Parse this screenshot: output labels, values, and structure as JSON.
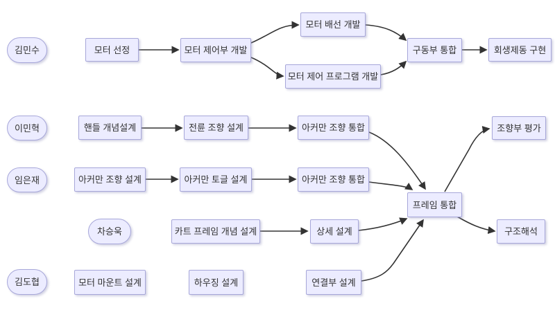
{
  "diagram_type": "flowchart",
  "colors": {
    "background": "#FFFFFF",
    "node_fill": "#ECECFF",
    "node_border": "#A7A7D9",
    "node_text": "#333333",
    "edge": "#333333"
  },
  "people": [
    {
      "id": "p1",
      "label": "김민수"
    },
    {
      "id": "p2",
      "label": "이민혁"
    },
    {
      "id": "p3",
      "label": "임은재"
    },
    {
      "id": "p4",
      "label": "차승욱"
    },
    {
      "id": "p5",
      "label": "김도협"
    }
  ],
  "nodes": [
    {
      "id": "t1",
      "label": "모터 선정"
    },
    {
      "id": "t2",
      "label": "모터 제어부 개발"
    },
    {
      "id": "t3",
      "label": "모터 배선 개발"
    },
    {
      "id": "t4",
      "label": "모터 제어 프로그램 개발"
    },
    {
      "id": "t5",
      "label": "구동부 통합"
    },
    {
      "id": "t6",
      "label": "회생제동 구현"
    },
    {
      "id": "t7",
      "label": "핸들 개념설계"
    },
    {
      "id": "t8",
      "label": "전륜 조향 설계"
    },
    {
      "id": "t9",
      "label": "아커만 조향 통합"
    },
    {
      "id": "t10",
      "label": "조향부 평가"
    },
    {
      "id": "t11",
      "label": "아커만 조향 설계"
    },
    {
      "id": "t12",
      "label": "아커만 토글 설계"
    },
    {
      "id": "t13",
      "label": "아커만 조향 통합"
    },
    {
      "id": "t14",
      "label": "카트 프레임 개념 설계"
    },
    {
      "id": "t15",
      "label": "상세 설계"
    },
    {
      "id": "t16",
      "label": "프레임 통합"
    },
    {
      "id": "t17",
      "label": "구조해석"
    },
    {
      "id": "t18",
      "label": "모터 마운트 설계"
    },
    {
      "id": "t19",
      "label": "하우징 설계"
    },
    {
      "id": "t20",
      "label": "연결부 설계"
    }
  ],
  "edges": [
    {
      "from": "t1",
      "to": "t2"
    },
    {
      "from": "t2",
      "to": "t3"
    },
    {
      "from": "t2",
      "to": "t4"
    },
    {
      "from": "t3",
      "to": "t5"
    },
    {
      "from": "t4",
      "to": "t5"
    },
    {
      "from": "t5",
      "to": "t6"
    },
    {
      "from": "t7",
      "to": "t8"
    },
    {
      "from": "t8",
      "to": "t9"
    },
    {
      "from": "t9",
      "to": "t16"
    },
    {
      "from": "t11",
      "to": "t12"
    },
    {
      "from": "t12",
      "to": "t13"
    },
    {
      "from": "t13",
      "to": "t16"
    },
    {
      "from": "t14",
      "to": "t15"
    },
    {
      "from": "t15",
      "to": "t16"
    },
    {
      "from": "t18",
      "to": "t19"
    },
    {
      "from": "t19",
      "to": "t20"
    },
    {
      "from": "t20",
      "to": "t16"
    },
    {
      "from": "t16",
      "to": "t10"
    },
    {
      "from": "t16",
      "to": "t17"
    }
  ]
}
